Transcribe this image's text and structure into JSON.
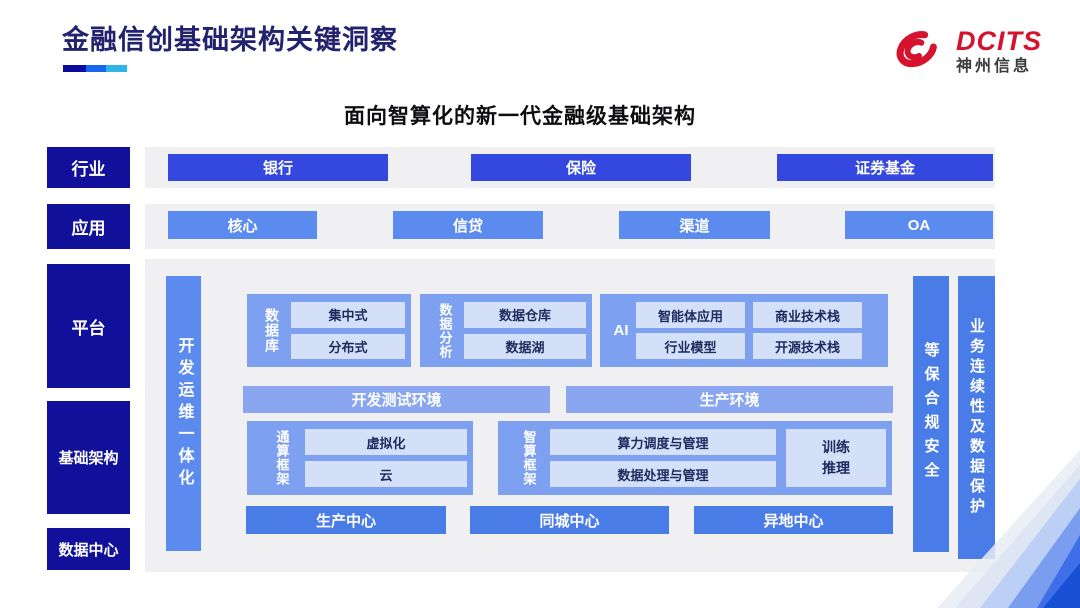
{
  "header": {
    "title": "金融信创基础架构关键洞察",
    "logo": {
      "brand": "DCITS",
      "company": "神州信息",
      "icon": "swirl-icon"
    }
  },
  "subtitle": "面向智算化的新一代金融级基础架构",
  "layers": {
    "industry": {
      "label": "行业",
      "items": [
        "银行",
        "保险",
        "证券基金"
      ]
    },
    "application": {
      "label": "应用",
      "items": [
        "核心",
        "信贷",
        "渠道",
        "OA"
      ]
    },
    "platform": {
      "label": "平台"
    },
    "infrastructure": {
      "label": "基础架构"
    },
    "datacenter": {
      "label": "数据中心"
    }
  },
  "devops_bar": "开发运维一体化",
  "platform_groups": {
    "database": {
      "label": "数据库",
      "items": [
        "集中式",
        "分布式"
      ]
    },
    "analytics": {
      "label": "数据分析",
      "items": [
        "数据仓库",
        "数据湖"
      ]
    },
    "ai": {
      "label": "AI",
      "items": [
        "智能体应用",
        "商业技术栈",
        "行业模型",
        "开源技术栈"
      ]
    }
  },
  "environments": [
    "开发测试环境",
    "生产环境"
  ],
  "frameworks": {
    "general": {
      "label": "通算框架",
      "items": [
        "虚拟化",
        "云"
      ]
    },
    "intelligent": {
      "label": "智算框架",
      "items": [
        "算力调度与管理",
        "数据处理与管理"
      ],
      "side": "训练推理"
    }
  },
  "datacenters": [
    "生产中心",
    "同城中心",
    "异地中心"
  ],
  "assurance_bars": [
    "等保合规安全",
    "业务连续性及数据保护"
  ],
  "colors": {
    "brand_red": "#d5132e",
    "title_navy": "#23226e",
    "layer_navy": "#10109a",
    "strong_blue": "#3448e0",
    "medium_blue": "#5b8bee",
    "container_blue": "#7da0f0",
    "env_blue": "#8aa6f0",
    "accent_blue": "#4a7ce8",
    "inner_light_blue": "#d3e0f8",
    "panel_gray": "#f0f0f2",
    "underline": [
      "#0d0b9b",
      "#1766ee",
      "#30b6e6"
    ]
  }
}
